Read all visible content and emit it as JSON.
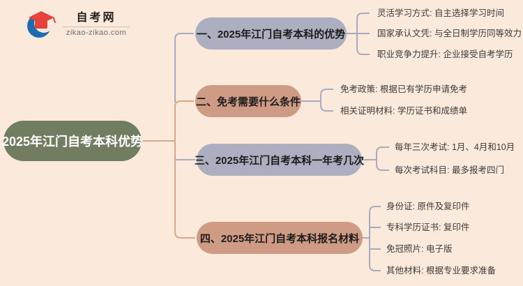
{
  "logo": {
    "title": "自考网",
    "domain": "zikao-zikao.com"
  },
  "root": {
    "label": "2025年江门自考本科优势"
  },
  "branches": [
    {
      "label": "一、2025年江门自考本科的优势",
      "style": "gray",
      "items": [
        "灵活学习方式: 自主选择学习时间",
        "国家承认文凭: 与全日制学历同等效力",
        "职业竞争力提升: 企业接受自考学历"
      ]
    },
    {
      "label": "二、免考需要什么条件",
      "style": "salmon",
      "items": [
        "免考政策: 根据已有学历申请免考",
        "相关证明材料: 学历证书和成绩单"
      ]
    },
    {
      "label": "三、2025年江门自考本科一年考几次",
      "style": "gray",
      "items": [
        "每年三次考试: 1月、4月和10月",
        "每次考试科目: 最多报考四门"
      ]
    },
    {
      "label": "四、2025年江门自考本科报名材料",
      "style": "salmon",
      "items": [
        "身份证: 原件及复印件",
        "专科学历证书: 复印件",
        "免冠照片: 电子版",
        "其他材料: 根据专业要求准备"
      ]
    }
  ],
  "colors": {
    "background": "#fbe9dc",
    "root_fill": "#717d61",
    "root_text": "#ffffff",
    "branch_gray_fill": "#adaec0",
    "branch_salmon_fill": "#cf9b84",
    "branch_text": "#1c1c1c",
    "item_text": "#3b3b3b",
    "line_salmon": "#d9a78c",
    "line_gray": "#a9aabb",
    "logo_blue": "#1e6cb0",
    "logo_red": "#e5423d"
  }
}
